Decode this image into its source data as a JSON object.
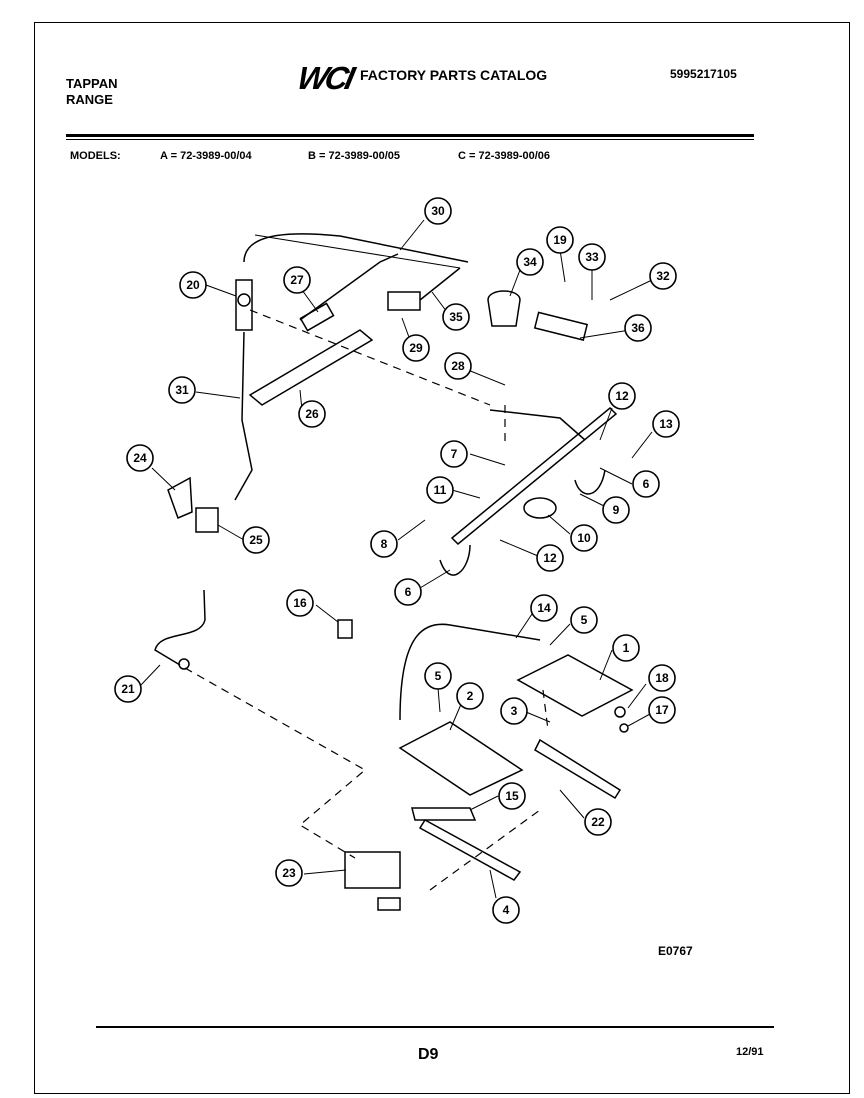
{
  "header": {
    "brand_line1": "TAPPAN",
    "brand_line2": "RANGE",
    "logo": "WCI",
    "catalog_title": "FACTORY PARTS CATALOG",
    "catalog_number": "5995217105"
  },
  "models": {
    "label": "MODELS:",
    "a": "A = 72-3989-00/04",
    "b": "B = 72-3989-00/05",
    "c": "C = 72-3989-00/06"
  },
  "callouts": [
    "30",
    "20",
    "27",
    "35",
    "29",
    "26",
    "34",
    "19",
    "33",
    "32",
    "36",
    "28",
    "31",
    "12",
    "13",
    "7",
    "6",
    "9",
    "24",
    "25",
    "11",
    "10",
    "8",
    "12",
    "6",
    "16",
    "14",
    "5",
    "1",
    "21",
    "5",
    "2",
    "18",
    "3",
    "17",
    "15",
    "22",
    "23",
    "4"
  ],
  "figure_code": "E0767",
  "footer": {
    "page_code": "D9",
    "date": "12/91"
  },
  "colors": {
    "ink": "#000000",
    "paper": "#ffffff"
  }
}
